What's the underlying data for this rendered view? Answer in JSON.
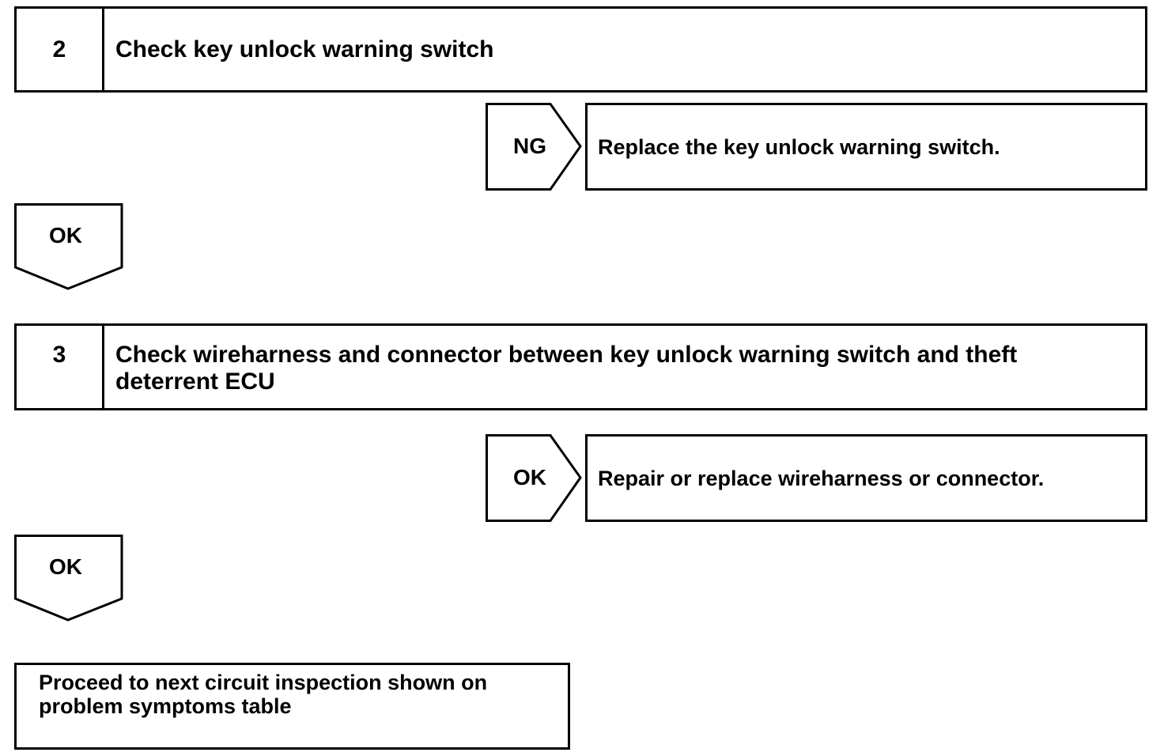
{
  "steps": [
    {
      "number": "2",
      "title": "Check key unlock warning switch"
    },
    {
      "number": "3",
      "title_line1": "Check wireharness and connector between key unlock warning switch and theft",
      "title_line2": "deterrent ECU"
    }
  ],
  "branches": [
    {
      "tag": "NG",
      "action": "Replace the key unlock warning switch."
    },
    {
      "tag": "OK",
      "action": "Repair or replace wireharness or connector."
    }
  ],
  "flow_arrows": [
    {
      "tag": "OK"
    },
    {
      "tag": "OK"
    }
  ],
  "final": {
    "line1": "Proceed to next circuit inspection shown on",
    "line2": "problem symptoms table"
  }
}
